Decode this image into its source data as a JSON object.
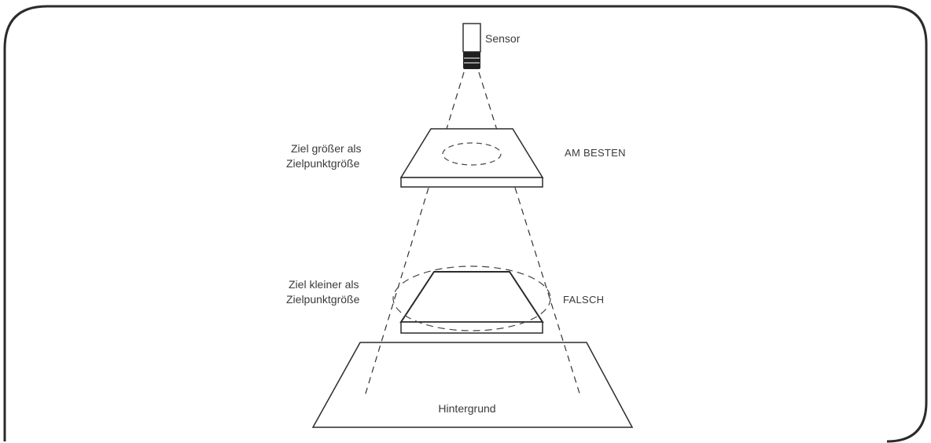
{
  "labels": {
    "sensor": "Sensor",
    "target_larger_line1": "Ziel größer als",
    "target_larger_line2": "Zielpunktgröße",
    "best": "AM BESTEN",
    "target_smaller_line1": "Ziel kleiner als",
    "target_smaller_line2": "Zielpunktgröße",
    "wrong": "FALSCH",
    "background": "Hintergrund"
  }
}
